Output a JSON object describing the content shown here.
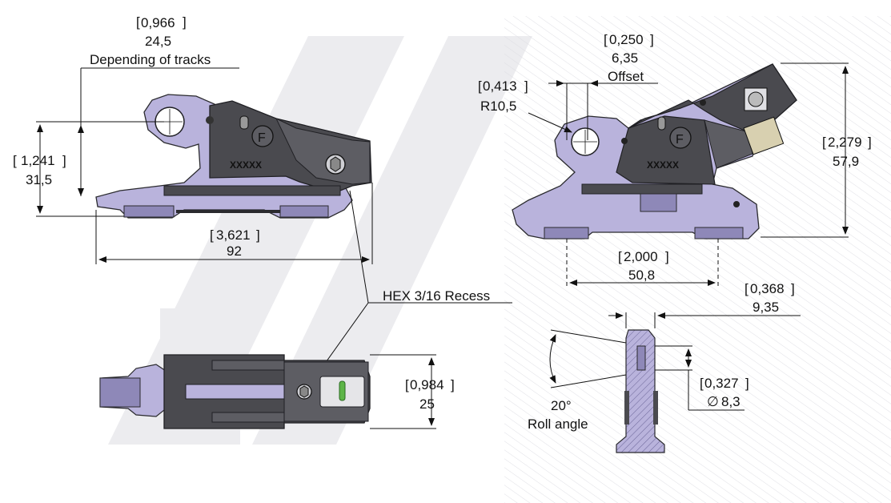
{
  "dimensions": {
    "track_width": {
      "inch": "0,966",
      "mm": "24,5",
      "note": "Depending of tracks"
    },
    "front_height": {
      "inch": "1,241",
      "mm": "31,5"
    },
    "length": {
      "inch": "3,621",
      "mm": "92"
    },
    "hex_note": "HEX 3/16 Recess",
    "top_width": {
      "inch": "0,984",
      "mm": "25"
    },
    "offset": {
      "inch": "0,250",
      "mm": "6,35",
      "note": "Offset"
    },
    "radius": {
      "inch": "0,413",
      "mm": "R10,5"
    },
    "height_total": {
      "inch": "2,279",
      "mm": "57,9"
    },
    "pitch": {
      "inch": "2,000",
      "mm": "50,8"
    },
    "section_width": {
      "inch": "0,368",
      "mm": "9,35"
    },
    "pin_diameter": {
      "inch": "0,327",
      "mm": "8,3",
      "prefix": "∅"
    },
    "roll": {
      "value": "20°",
      "note": "Roll angle"
    }
  },
  "markings": {
    "part_code": "XXXXX",
    "letter": "F"
  },
  "colors": {
    "body_dark": "#4a4a4f",
    "body_mid": "#5d5d63",
    "lavender": "#b9b3dc",
    "lavender_dark": "#8e88b8",
    "watermark": "#e9e9ec"
  }
}
